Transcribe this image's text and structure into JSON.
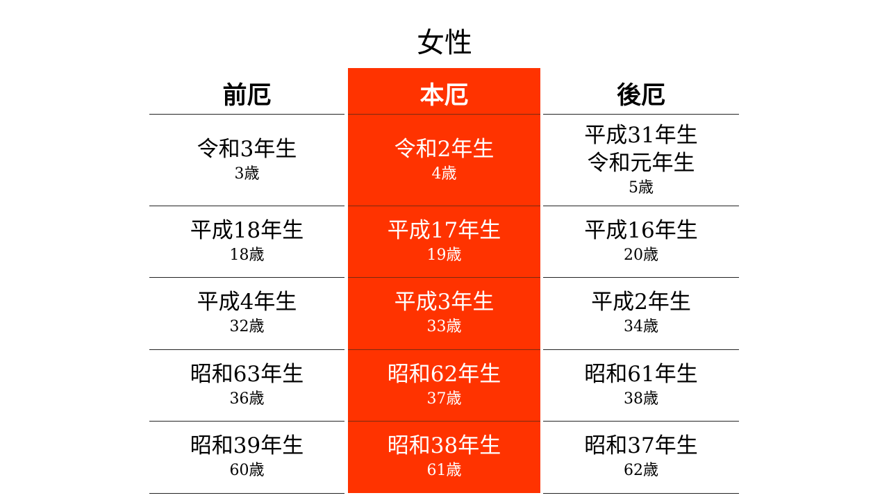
{
  "title": "女性",
  "colors": {
    "highlight": "#ff3300",
    "highlight_text": "#ffffff",
    "text": "#000000"
  },
  "columns": {
    "zenyaku": {
      "header": "前厄",
      "rows": [
        {
          "year": "令和3年生",
          "age": "3歳"
        },
        {
          "year": "平成18年生",
          "age": "18歳"
        },
        {
          "year": "平成4年生",
          "age": "32歳"
        },
        {
          "year": "昭和63年生",
          "age": "36歳"
        },
        {
          "year": "昭和39年生",
          "age": "60歳"
        }
      ]
    },
    "honyaku": {
      "header": "本厄",
      "rows": [
        {
          "year": "令和2年生",
          "age": "4歳"
        },
        {
          "year": "平成17年生",
          "age": "19歳"
        },
        {
          "year": "平成3年生",
          "age": "33歳"
        },
        {
          "year": "昭和62年生",
          "age": "37歳"
        },
        {
          "year": "昭和38年生",
          "age": "61歳"
        }
      ]
    },
    "kouyaku": {
      "header": "後厄",
      "rows": [
        {
          "year": "平成31年生",
          "year2": "令和元年生",
          "age": "5歳"
        },
        {
          "year": "平成16年生",
          "age": "20歳"
        },
        {
          "year": "平成2年生",
          "age": "34歳"
        },
        {
          "year": "昭和61年生",
          "age": "38歳"
        },
        {
          "year": "昭和37年生",
          "age": "62歳"
        }
      ]
    }
  }
}
